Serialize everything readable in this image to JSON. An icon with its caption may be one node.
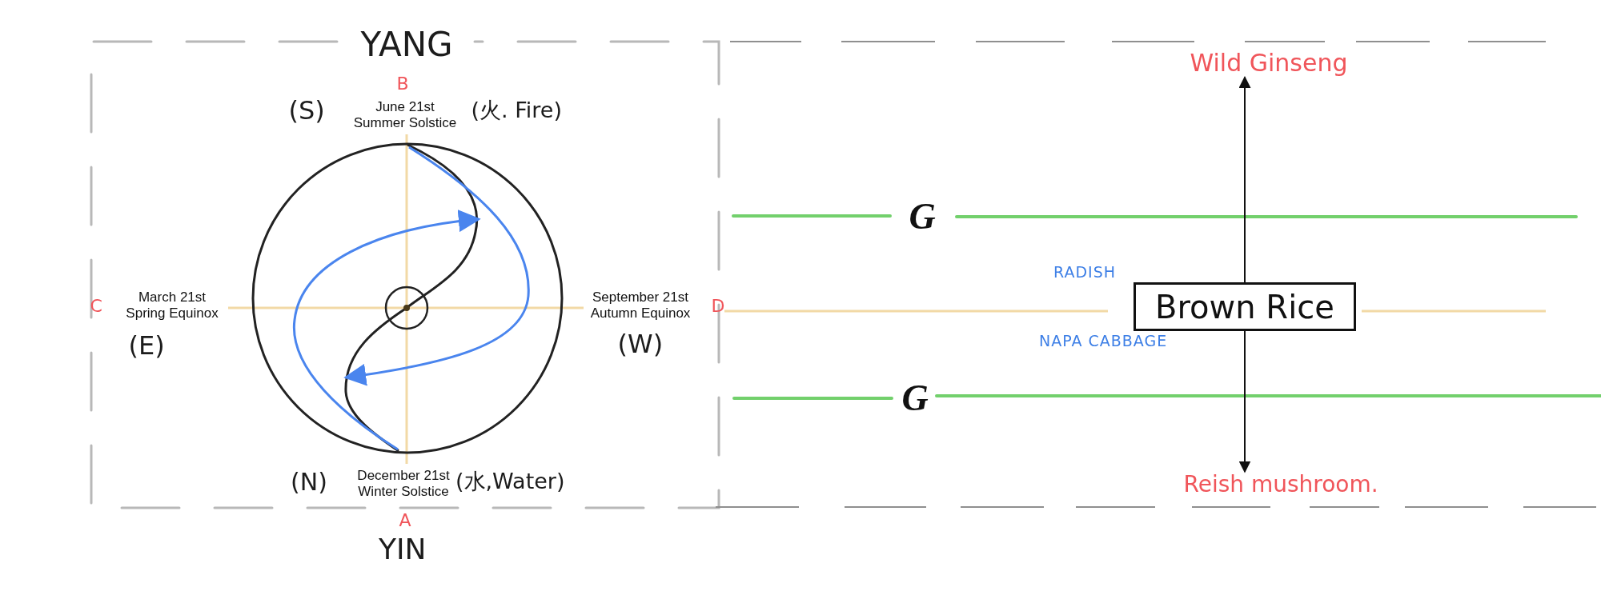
{
  "diagram": {
    "nodes": [
      {
        "text": [
          "Brown Rice"
        ]
      },
      {
        "text": [
          "Wild Ginseng"
        ]
      },
      {
        "text": [
          "Reish mushroom."
        ]
      }
    ],
    "edges": [
      {
        "from": 0,
        "to": 1,
        "arrow": "to"
      },
      {
        "from": 0,
        "to": 2,
        "arrow": "to"
      }
    ],
    "labels": [
      "YANG",
      "B",
      "(S)",
      "June 21st Summer Solstice",
      "(火. Fire)",
      "C",
      "March 21st Spring Equinox",
      "September 21st Autumn Equinox",
      "D",
      "(E)",
      "(W)",
      "(N)",
      "December 21st Winter Solstice",
      "(水,Water)",
      "A",
      "YIN",
      "G",
      "RADISH",
      "NAPA CABBAGE",
      "G"
    ]
  }
}
